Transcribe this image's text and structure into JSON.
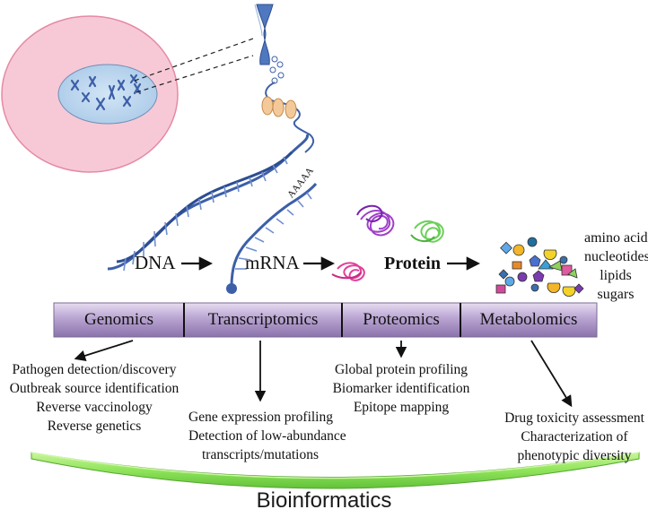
{
  "flow": {
    "dna": "DNA",
    "mrna": "mRNA",
    "protein": "Protein",
    "polya": "AAAAA"
  },
  "molecules": [
    "amino acids",
    "nucleotides",
    "lipids",
    "sugars"
  ],
  "omics": [
    "Genomics",
    "Transcriptomics",
    "Proteomics",
    "Metabolomics"
  ],
  "applications": {
    "genomics": [
      "Pathogen detection/discovery",
      "Outbreak source identification",
      "Reverse vaccinology",
      "Reverse genetics"
    ],
    "transcriptomics": [
      "Gene expression profiling",
      "Detection of low-abundance",
      "transcripts/mutations"
    ],
    "proteomics": [
      "Global protein profiling",
      "Biomarker identification",
      "Epitope mapping"
    ],
    "metabolomics": [
      "Drug toxicity assessment",
      "Characterization of",
      "phenotypic diversity"
    ]
  },
  "base": "Bioinformatics",
  "colors": {
    "cell": "#f7c9d6",
    "nucleus": "#b8d4ec",
    "dna": "#3d5fa8",
    "band": "#b9a4d2",
    "bioinformatics": "#8fe45a"
  }
}
